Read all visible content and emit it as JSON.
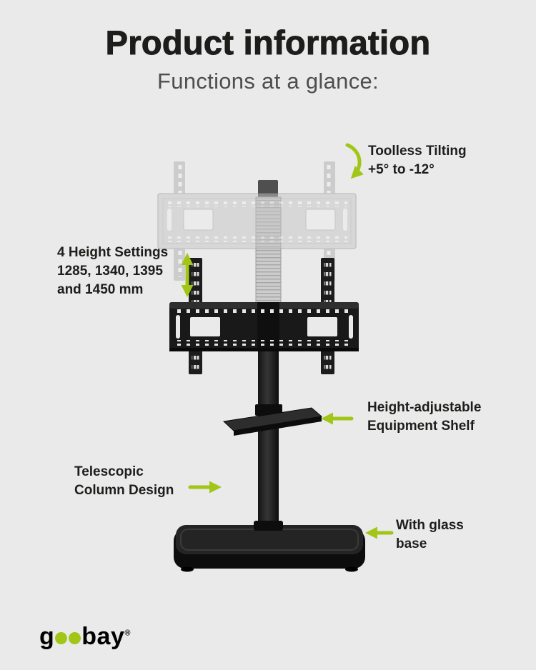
{
  "page": {
    "title": "Product information",
    "subtitle": "Functions at a glance:"
  },
  "annotations": {
    "tilting": {
      "line1": "Toolless Tilting",
      "line2": "+5° to -12°"
    },
    "height_settings": {
      "line1": "4 Height Settings",
      "line2": "1285, 1340, 1395",
      "line3": "and 1450 mm"
    },
    "equipment_shelf": {
      "line1": "Height-adjustable",
      "line2": "Equipment Shelf"
    },
    "telescopic_column": {
      "line1": "Telescopic",
      "line2": "Column Design"
    },
    "glass_base": {
      "line1": "With glass",
      "line2": "base"
    }
  },
  "logo": {
    "prefix": "g",
    "suffix": "bay",
    "registered": "®"
  },
  "icons": {
    "tilt_arrow": "curved-arrow-icon",
    "height_range_arrow": "double-vertical-arrow-icon",
    "shelf_arrow": "left-arrow-icon",
    "column_arrow": "right-arrow-icon",
    "base_arrow": "left-arrow-icon"
  },
  "colors": {
    "background": "#eaeaea",
    "ink": "#1d1d1b",
    "subtitle": "#4e4e4e",
    "accent_green": "#a2c617"
  }
}
